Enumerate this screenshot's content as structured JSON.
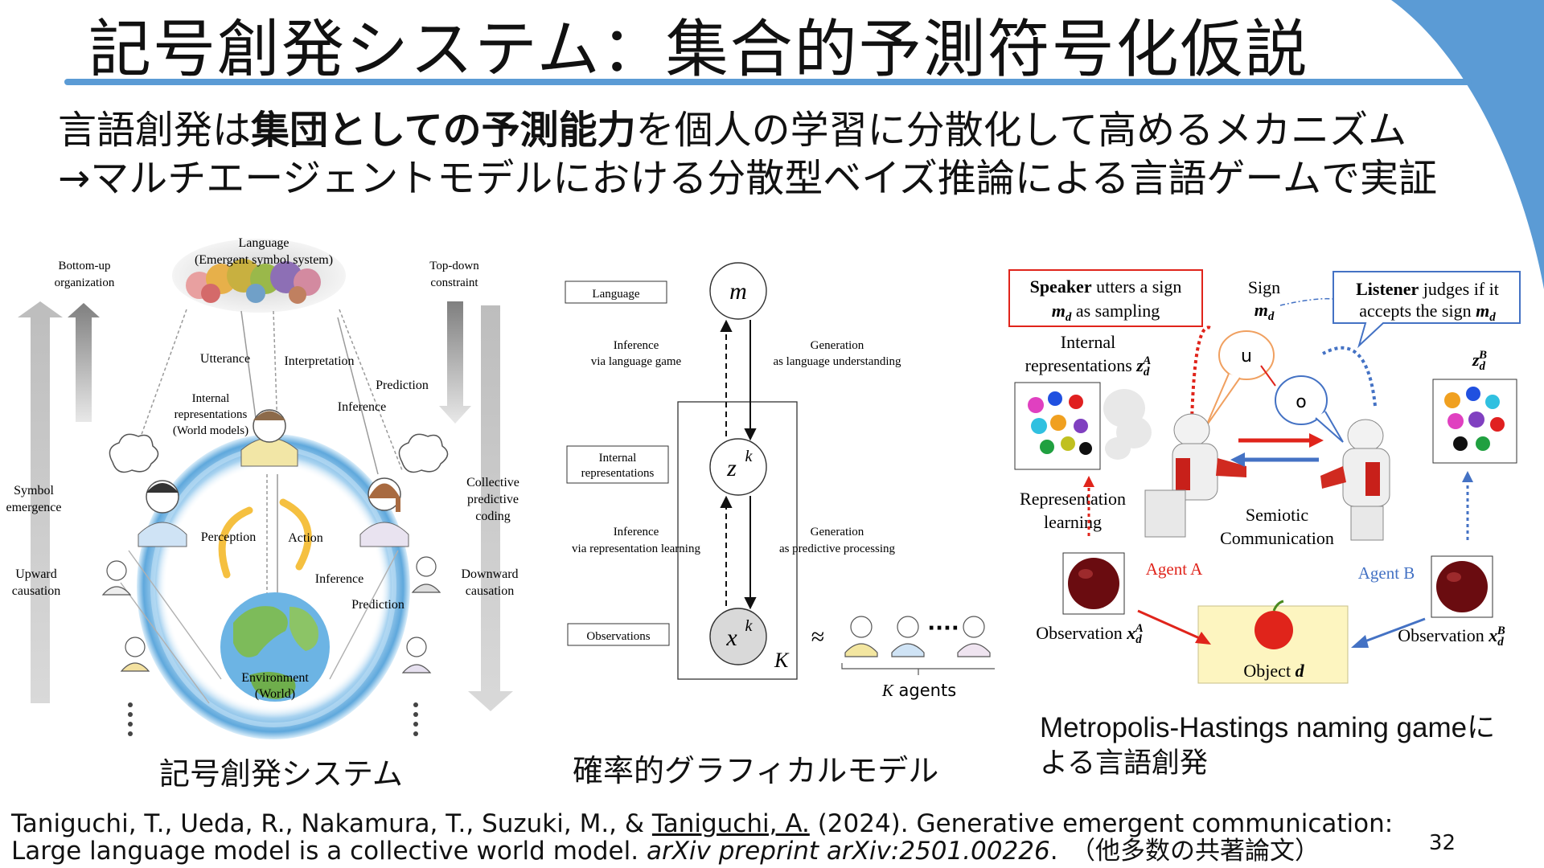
{
  "title": "記号創発システム：集合的予測符号化仮説",
  "subtitle": {
    "line1_pre": "言語創発は",
    "line1_bold": "集団としての予測能力",
    "line1_post": "を個人の学習に分散化して高めるメカニズム",
    "line2": "→マルチエージェントモデルにおける分散型ベイズ推論による言語ゲームで実証"
  },
  "left_figure": {
    "language": "Language",
    "emergent": "(Emergent symbol system)",
    "bottom_up_1": "Bottom-up",
    "bottom_up_2": "organization",
    "top_down_1": "Top-down",
    "top_down_2": "constraint",
    "utterance": "Utterance",
    "interpretation": "Interpretation",
    "prediction_top": "Prediction",
    "inference_top": "Inference",
    "internal_1": "Internal",
    "internal_2": "representations",
    "internal_3": "(World models)",
    "symbol_1": "Symbol",
    "symbol_2": "emergence",
    "collective_1": "Collective",
    "collective_2": "predictive",
    "collective_3": "coding",
    "perception": "Perception",
    "action": "Action",
    "inference_bottom": "Inference",
    "prediction_bottom": "Prediction",
    "upward_1": "Upward",
    "upward_2": "causation",
    "downward_1": "Downward",
    "downward_2": "causation",
    "environment_1": "Environment",
    "environment_2": "(World)"
  },
  "middle_figure": {
    "box_language": "Language",
    "box_internal_1": "Internal",
    "box_internal_2": "representations",
    "box_observations": "Observations",
    "node_m": "m",
    "node_z": "z",
    "node_x": "x",
    "superscript_k": "k",
    "plate_K": "K",
    "inf1_1": "Inference",
    "inf1_2": "via language game",
    "gen1_1": "Generation",
    "gen1_2": "as language understanding",
    "inf2_1": "Inference",
    "inf2_2": "via representation learning",
    "gen2_1": "Generation",
    "gen2_2": "as predictive processing",
    "approx": "≈",
    "dots": "····",
    "k_agents_K": "K",
    "k_agents_text": " agents"
  },
  "right_figure": {
    "speaker_bold": "Speaker",
    "speaker_rest": " utters a sign",
    "speaker_line2_rest": " as sampling",
    "sign": "Sign",
    "listener_bold": "Listener",
    "listener_rest": " judges if it",
    "listener_line2": "accepts the sign ",
    "internal_1": "Internal",
    "internal_2": "representations ",
    "rep_learning_1": "Representation",
    "rep_learning_2": "learning",
    "semiotic_1": "Semiotic",
    "semiotic_2": "Communication",
    "agent_a": "Agent A",
    "agent_b": "Agent B",
    "observation_a": "Observation ",
    "observation_b": "Observation ",
    "object": "Object ",
    "bubble_u": "u",
    "bubble_o": "o",
    "var_m": "m",
    "var_z": "z",
    "var_x": "x",
    "sub_d": "d",
    "sup_A": "A",
    "sup_B": "B"
  },
  "captions": {
    "left": "記号創発システム",
    "middle": "確率的グラフィカルモデル",
    "right_1": "Metropolis-Hastings naming gameに",
    "right_2": "よる言語創発"
  },
  "reference": {
    "authors_pre": "Taniguchi, T., Ueda, R., Nakamura, T., Suzuki, M., & ",
    "authors_underlined": "Taniguchi, A.",
    "authors_post": " (2024). Generative emergent communication:",
    "line2_pre": "Large language model is a collective world model. ",
    "line2_italic": "arXiv preprint arXiv:2501.00226",
    "line2_post": ".　（他多数の共著論文）"
  },
  "page_number": "32",
  "colors": {
    "accent_blue": "#5b9bd5",
    "agent_a_red": "#e0241b",
    "agent_b_blue": "#4472c4",
    "object_bg": "#fdf5c0"
  }
}
